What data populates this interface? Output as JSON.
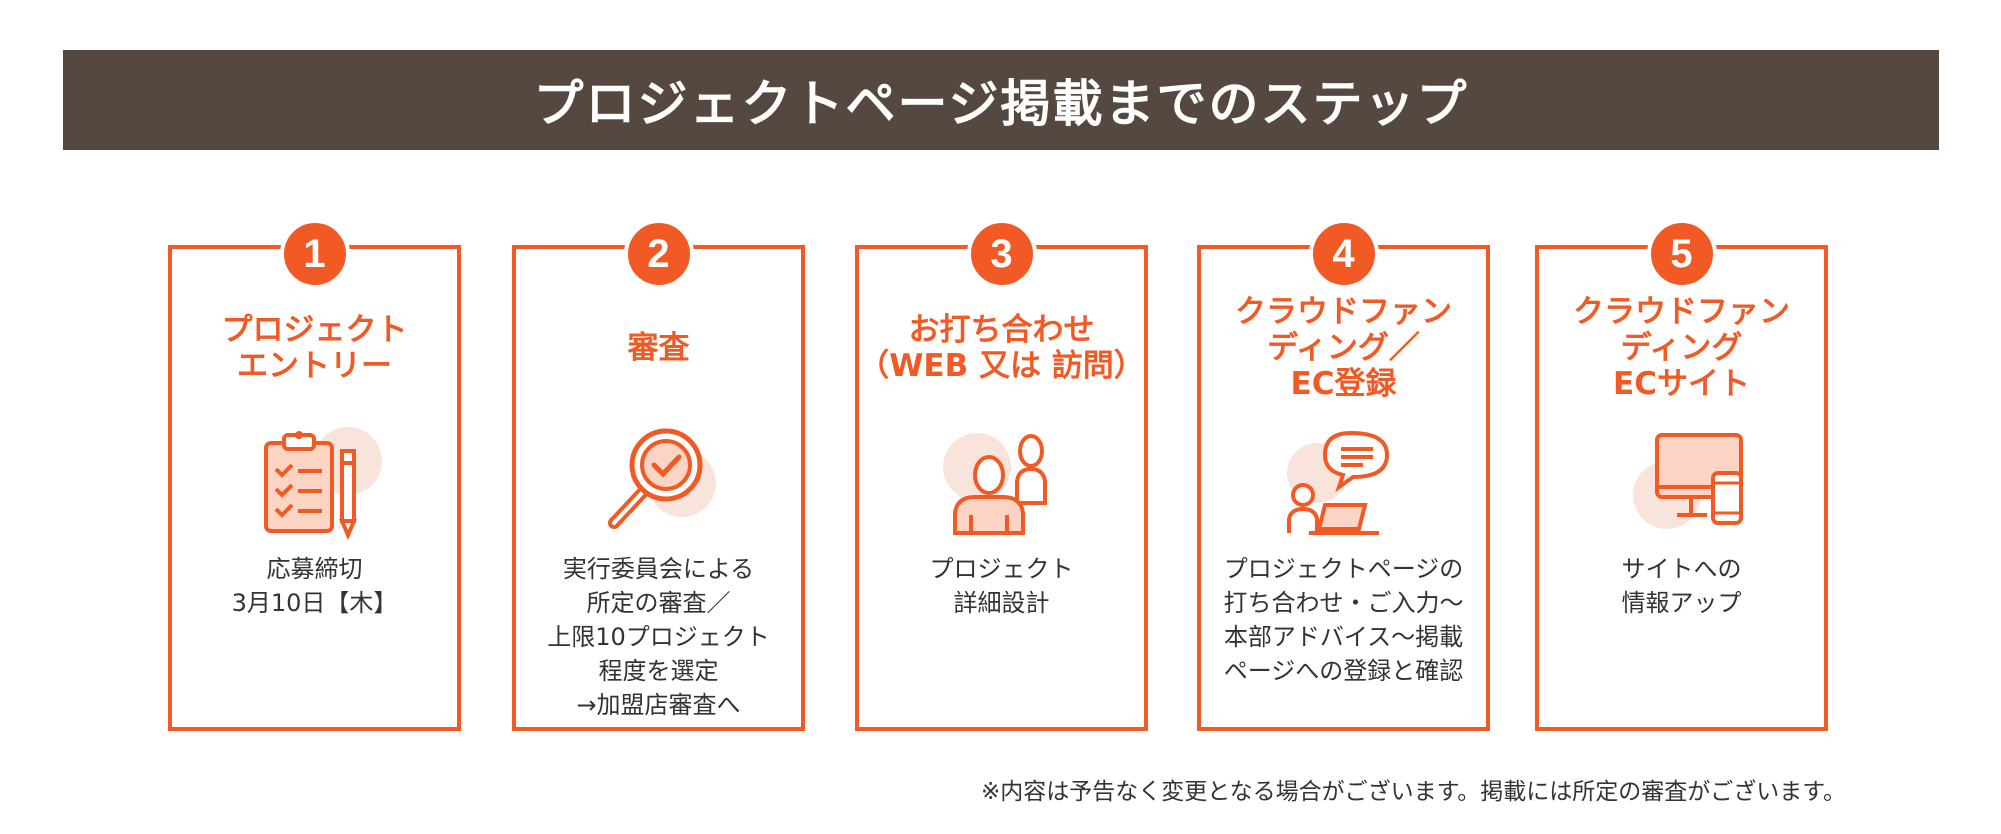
{
  "header": {
    "title": "プロジェクトページ掲載までのステップ"
  },
  "colors": {
    "accent": "#f15a24",
    "banner": "#554841",
    "icon_bg": "#f9e4dc"
  },
  "steps": [
    {
      "number": "1",
      "title": [
        "プロジェクト",
        "エントリー"
      ],
      "icon": "clipboard-checklist-icon",
      "desc": [
        "応募締切",
        "3月10日【木】"
      ]
    },
    {
      "number": "2",
      "title": [
        "審査"
      ],
      "icon": "magnifier-check-icon",
      "desc": [
        "実行委員会による",
        "所定の審査／",
        "上限10プロジェクト",
        "程度を選定",
        "→加盟店審査へ"
      ]
    },
    {
      "number": "3",
      "title": [
        "お打ち合わせ",
        "（WEB 又は 訪問）"
      ],
      "icon": "meeting-people-icon",
      "desc": [
        "プロジェクト",
        "詳細設計"
      ]
    },
    {
      "number": "4",
      "title": [
        "クラウドファン",
        "ディング／",
        "EC登録"
      ],
      "icon": "chat-laptop-icon",
      "desc": [
        "プロジェクトページの",
        "打ち合わせ・ご入力～",
        "本部アドバイス～掲載",
        "ページへの登録と確認"
      ]
    },
    {
      "number": "5",
      "title": [
        "クラウドファン",
        "ディング",
        "ECサイト"
      ],
      "icon": "monitor-phone-icon",
      "desc": [
        "サイトへの",
        "情報アップ"
      ]
    }
  ],
  "footnote": "※内容は予告なく変更となる場合がございます。掲載には所定の審査がございます。"
}
